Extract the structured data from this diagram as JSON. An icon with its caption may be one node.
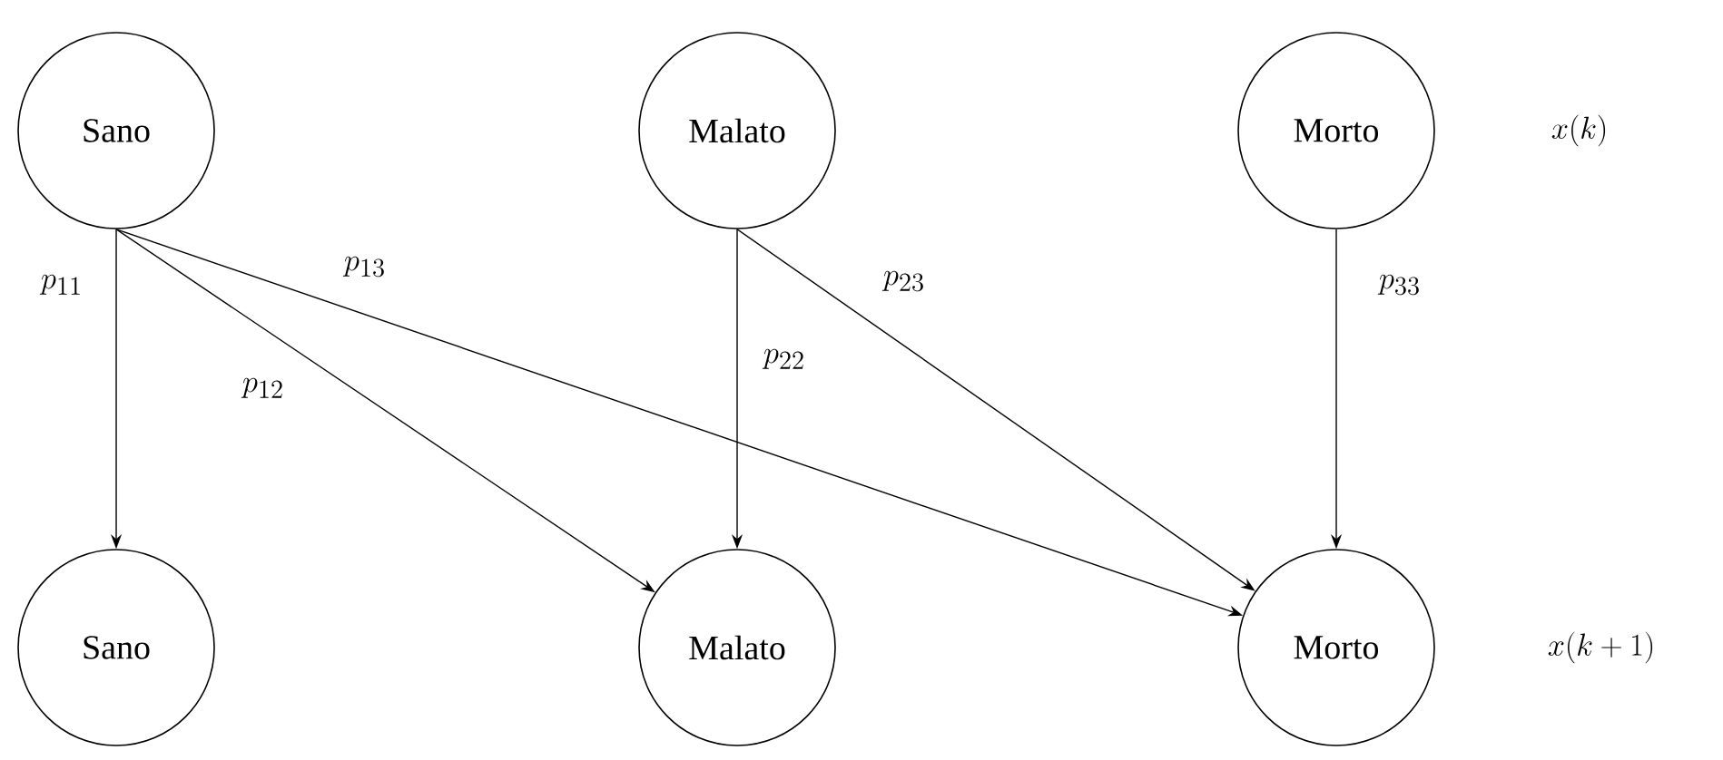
{
  "diagram": {
    "nodes": [
      {
        "text": [
          "Sano"
        ]
      },
      {
        "text": [
          "Malato"
        ]
      },
      {
        "text": [
          "Morto"
        ]
      },
      {
        "text": [
          "Sano"
        ]
      },
      {
        "text": [
          "Malato"
        ]
      },
      {
        "text": [
          "Morto"
        ]
      }
    ],
    "edges": [
      {
        "from": 0,
        "to": 3,
        "arrow": "to",
        "label": "p_{11}"
      },
      {
        "from": 0,
        "to": 4,
        "arrow": "to",
        "label": "p_{12}"
      },
      {
        "from": 0,
        "to": 5,
        "arrow": "to",
        "label": "p_{13}"
      },
      {
        "from": 1,
        "to": 4,
        "arrow": "to",
        "label": "p_{22}"
      },
      {
        "from": 1,
        "to": 5,
        "arrow": "to",
        "label": "p_{23}"
      },
      {
        "from": 2,
        "to": 5,
        "arrow": "to",
        "label": "p_{33}"
      }
    ],
    "labels": [
      "x(k)",
      "x(k+1)"
    ]
  }
}
